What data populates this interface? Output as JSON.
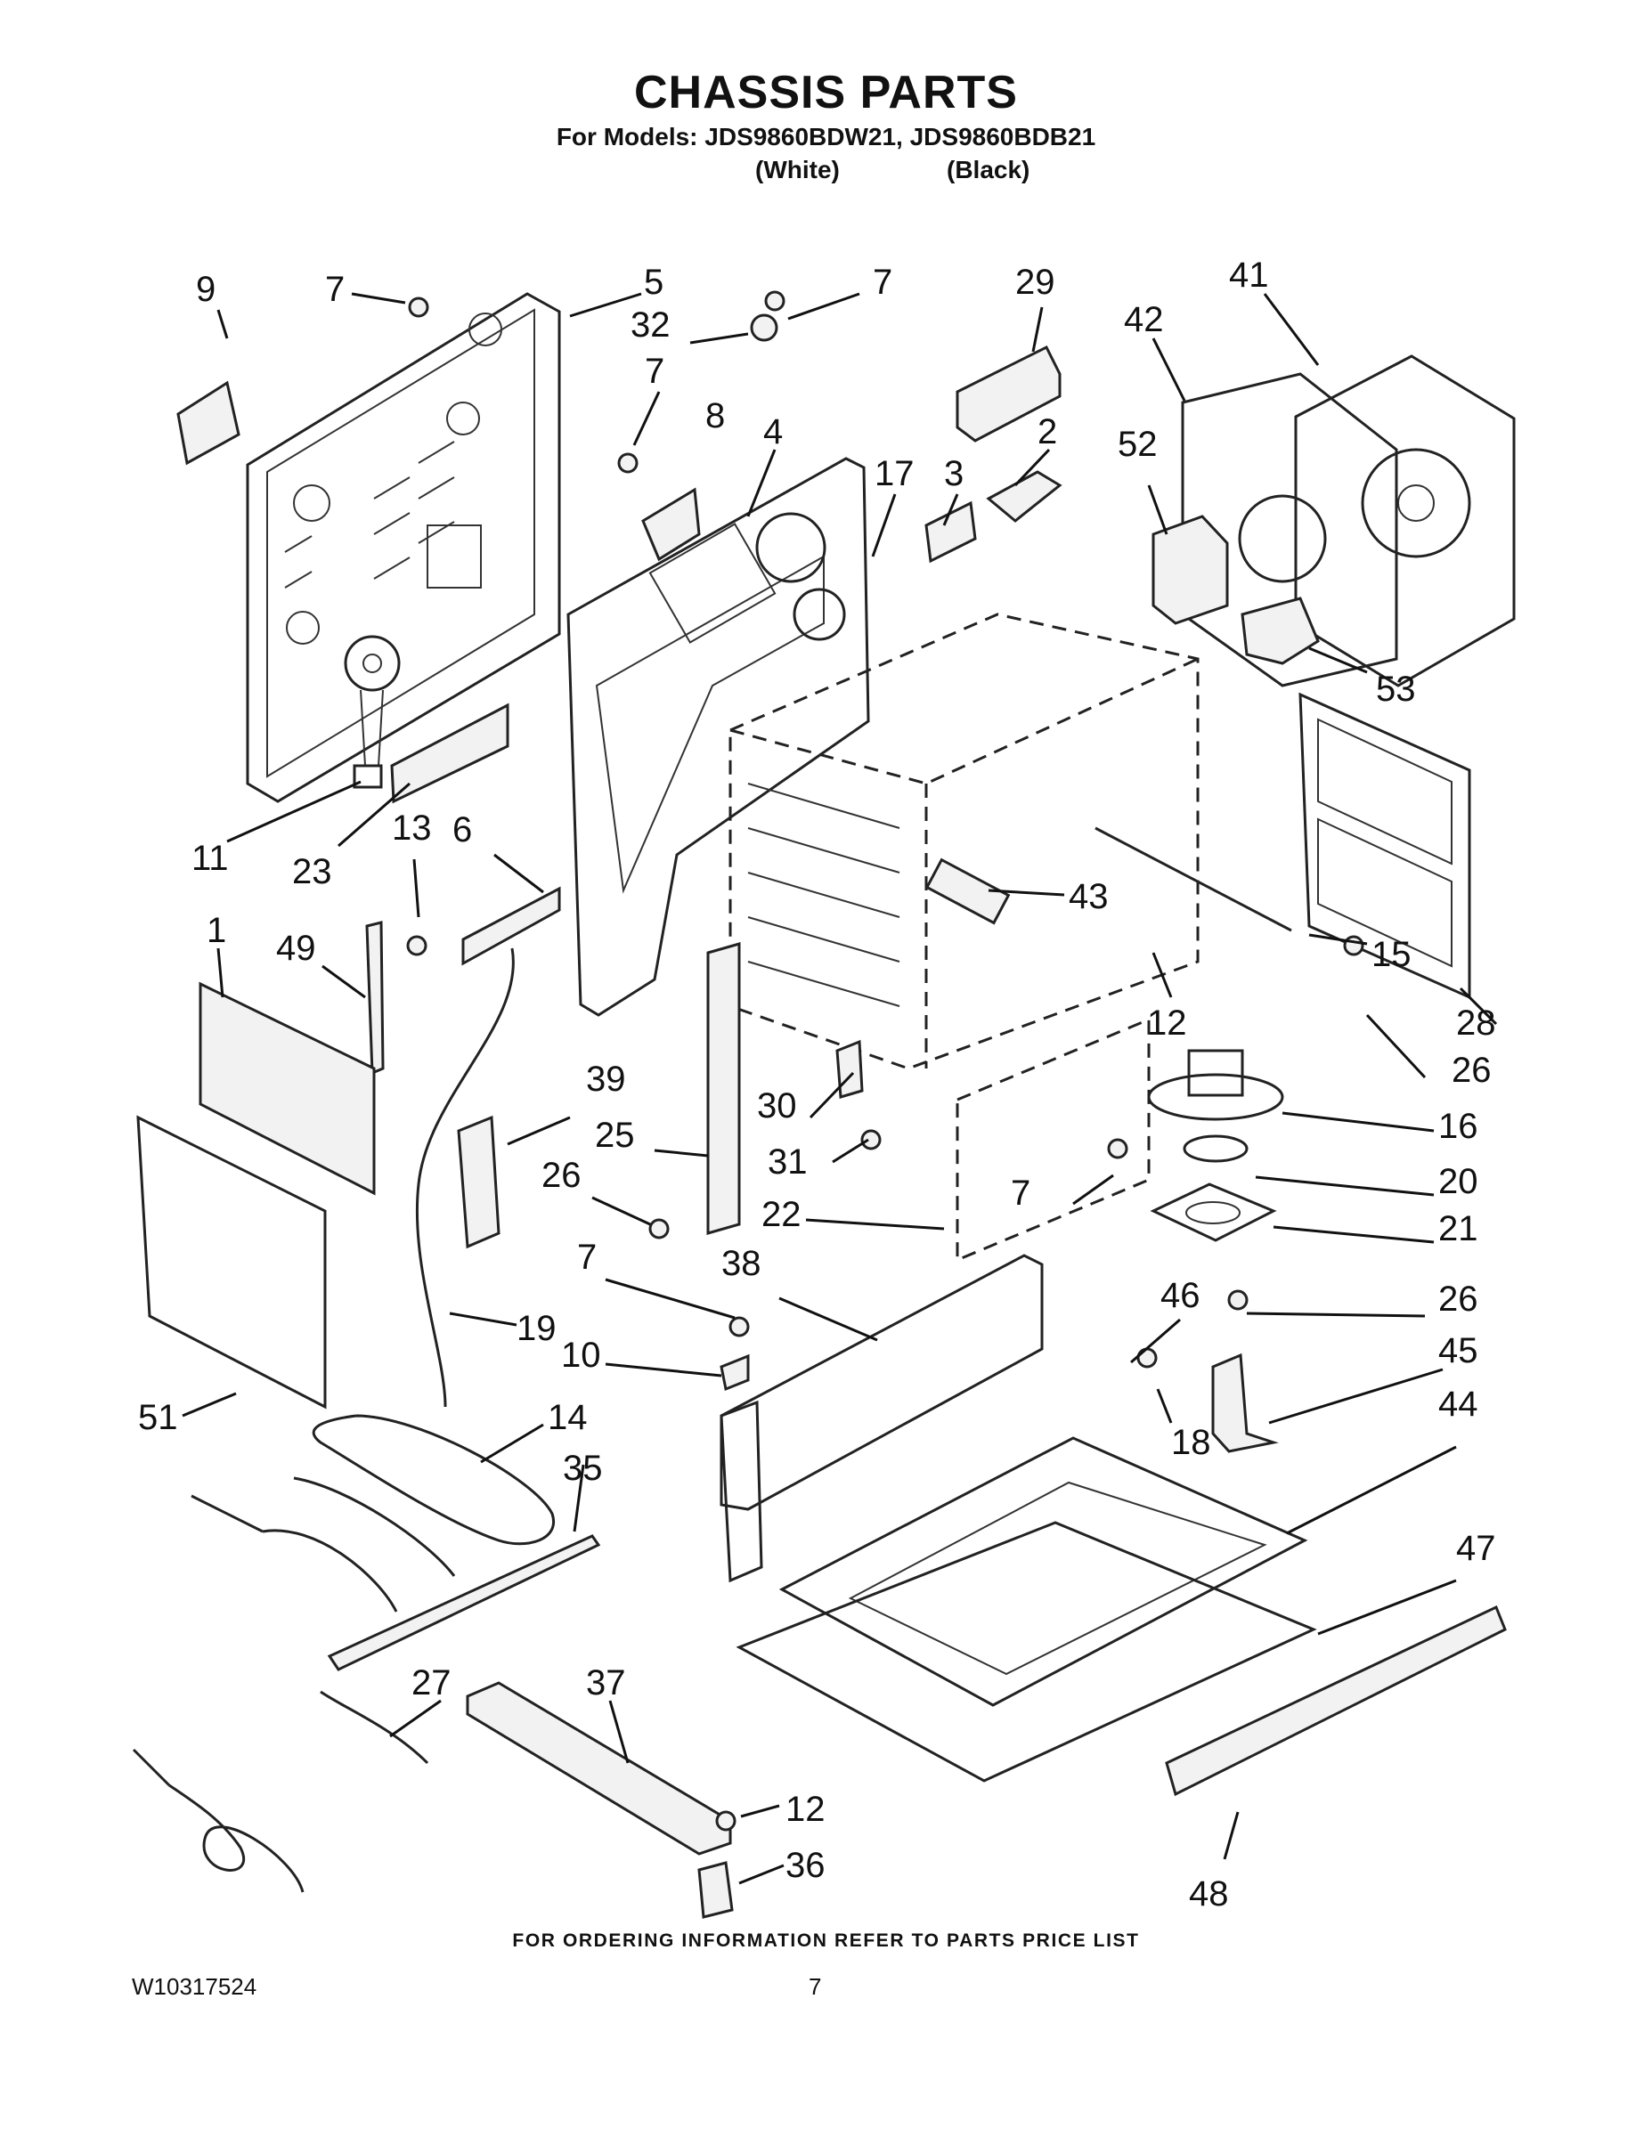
{
  "header": {
    "title": "CHASSIS PARTS",
    "subtitle": "For Models: JDS9860BDW21, JDS9860BDB21",
    "variant_white": "(White)",
    "variant_black": "(Black)"
  },
  "callouts": [
    "9",
    "7",
    "5",
    "7",
    "29",
    "41",
    "32",
    "42",
    "7",
    "8",
    "2",
    "4",
    "17",
    "3",
    "52",
    "53",
    "11",
    "23",
    "13",
    "6",
    "43",
    "15",
    "28",
    "1",
    "49",
    "12",
    "26",
    "39",
    "30",
    "16",
    "25",
    "31",
    "20",
    "26",
    "22",
    "7",
    "21",
    "7",
    "38",
    "46",
    "26",
    "45",
    "10",
    "19",
    "44",
    "18",
    "51",
    "14",
    "35",
    "47",
    "27",
    "37",
    "12",
    "36",
    "48"
  ],
  "footer": {
    "note": "FOR ORDERING INFORMATION REFER TO PARTS PRICE LIST",
    "doc_number": "W10317524",
    "page_number": "7"
  }
}
